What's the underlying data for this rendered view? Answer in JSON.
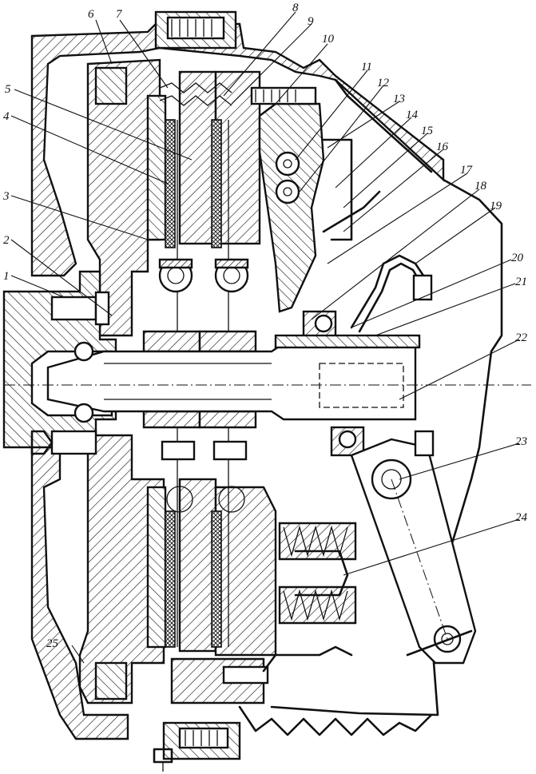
{
  "callouts": [
    {
      "id": "1",
      "text": "1"
    },
    {
      "id": "2",
      "text": "2"
    },
    {
      "id": "3",
      "text": "3"
    },
    {
      "id": "4",
      "text": "4"
    },
    {
      "id": "5",
      "text": "5"
    },
    {
      "id": "6",
      "text": "6"
    },
    {
      "id": "7",
      "text": "7"
    },
    {
      "id": "8",
      "text": "8"
    },
    {
      "id": "9",
      "text": "9"
    },
    {
      "id": "10",
      "text": "10"
    },
    {
      "id": "11",
      "text": "11"
    },
    {
      "id": "12",
      "text": "12"
    },
    {
      "id": "13",
      "text": "13"
    },
    {
      "id": "14",
      "text": "14"
    },
    {
      "id": "15",
      "text": "15"
    },
    {
      "id": "16",
      "text": "16"
    },
    {
      "id": "17",
      "text": "17"
    },
    {
      "id": "18",
      "text": "18"
    },
    {
      "id": "19",
      "text": "19"
    },
    {
      "id": "20",
      "text": "20"
    },
    {
      "id": "21",
      "text": "21"
    },
    {
      "id": "22",
      "text": "22"
    },
    {
      "id": "23",
      "text": "23"
    },
    {
      "id": "24",
      "text": "24"
    },
    {
      "id": "25",
      "text": "25"
    }
  ],
  "colors": {
    "ink": "#111111",
    "paper": "#ffffff"
  }
}
